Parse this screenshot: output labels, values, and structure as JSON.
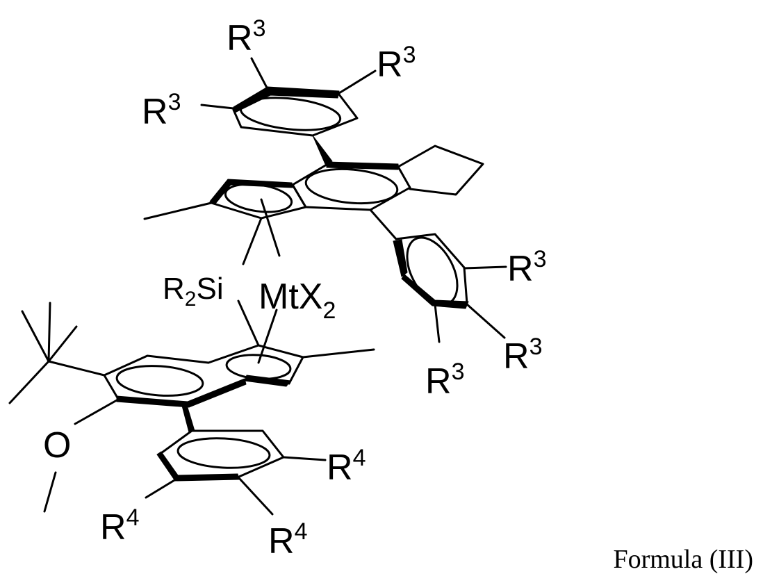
{
  "structure": {
    "metal_complex": {
      "center": "Mt",
      "ligand": "X",
      "ligand_count": "2"
    },
    "bridge": {
      "substituent": "R",
      "substituent_count": "2",
      "element": "Si"
    },
    "group_r3": {
      "symbol": "R",
      "index": "3"
    },
    "group_r4": {
      "symbol": "R",
      "index": "4"
    },
    "oxygen": "O"
  },
  "caption": "Formula (III)"
}
